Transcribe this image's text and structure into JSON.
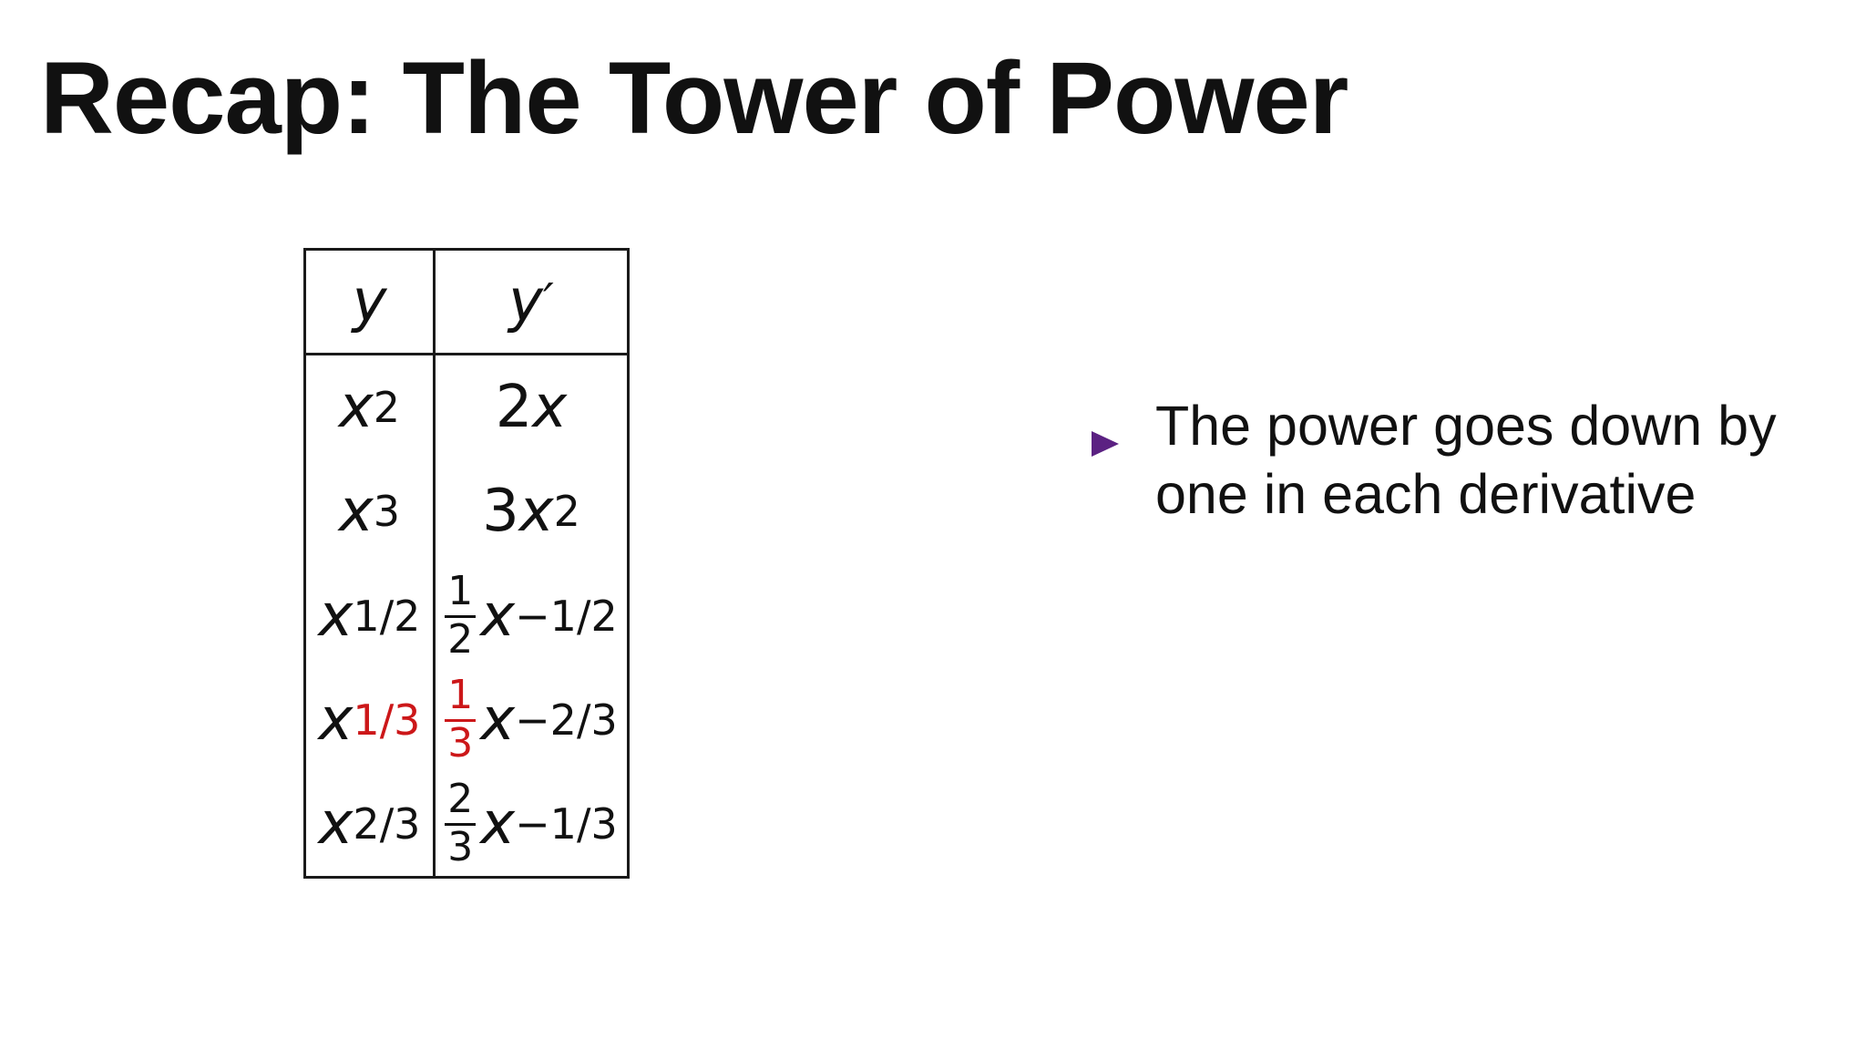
{
  "slide": {
    "title": "Recap: The Tower of Power",
    "background_color": "#ffffff"
  },
  "colors": {
    "text": "#111111",
    "accent-red": "#cc1719",
    "bullet-purple": "#5b2182",
    "table-line": "#1a1a1a"
  },
  "icons": {
    "bullet_marker": "right-pointing-triangle"
  },
  "table": {
    "header": {
      "y": "y",
      "y_prime_base": "y",
      "y_prime_mark": "′"
    },
    "rows": [
      {
        "yBase": "x",
        "ySup": "2",
        "dCoef": "2",
        "dBase": "x",
        "dSup": ""
      },
      {
        "yBase": "x",
        "ySup": "3",
        "dCoef": "3",
        "dBase": "x",
        "dSup": "2"
      },
      {
        "yBase": "x",
        "ySup": "1/2",
        "dNum": "1",
        "dDen": "2",
        "dBase": "x",
        "dSup": "−1/2"
      },
      {
        "yBase": "x",
        "ySup": "1/3",
        "dNum": "1",
        "dDen": "3",
        "dBase": "x",
        "dSup": "−2/3"
      },
      {
        "yBase": "x",
        "ySup": "2/3",
        "dNum": "2",
        "dDen": "3",
        "dBase": "x",
        "dSup": "−1/3"
      }
    ]
  },
  "bullet": {
    "text": "The power goes down by one in each derivative"
  }
}
